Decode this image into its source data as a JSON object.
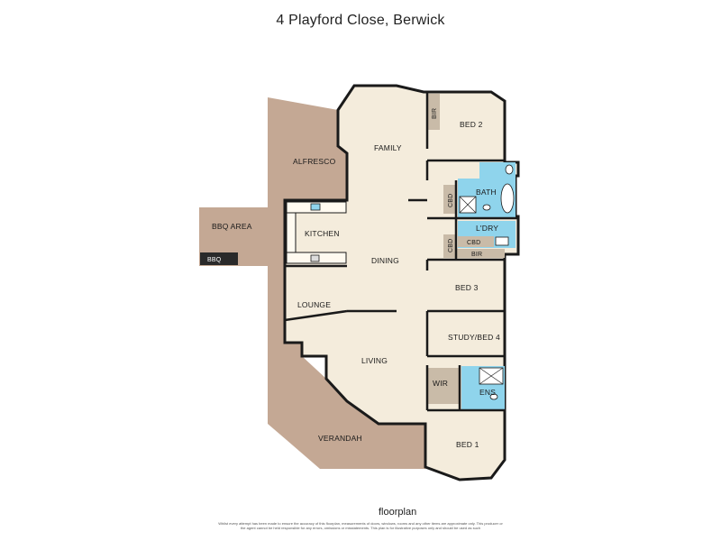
{
  "title": "4 Playford Close, Berwick",
  "rooms": {
    "alfresco": "ALFRESCO",
    "bbq_area": "BBQ AREA",
    "bbq": "BBQ",
    "family": "FAMILY",
    "bed2": "BED 2",
    "bir_top": "BIR",
    "bath": "BATH",
    "cbd_upper": "CBD",
    "laundry": "L'DRY",
    "cbd_lower": "CBD",
    "cbd_horizontal": "CBD",
    "bir_mid": "BIR",
    "kitchen": "KITCHEN",
    "dining": "DINING",
    "bed3": "BED 3",
    "lounge": "LOUNGE",
    "study": "STUDY/BED 4",
    "living": "LIVING",
    "wir": "WIR",
    "ens": "ENS",
    "verandah": "VERANDAH",
    "bed1": "BED 1"
  },
  "brand": "floorplan",
  "disclaimer": "Whilst every attempt has been made to ensure the accuracy of this floorplan, measurements of doors, windows, rooms and any other items are approximate only. This producer or the agent cannot be held responsible for any errors, omissions or misstatements. This plan is for illustrative purposes only and should be used as such",
  "colors": {
    "outdoor": "#c4a894",
    "interior": "#f4ecdc",
    "wet": "#8fd4ec",
    "robe": "#c9bba8",
    "wall": "#1a1a1a",
    "bbq_box": "#2a2a2a"
  }
}
